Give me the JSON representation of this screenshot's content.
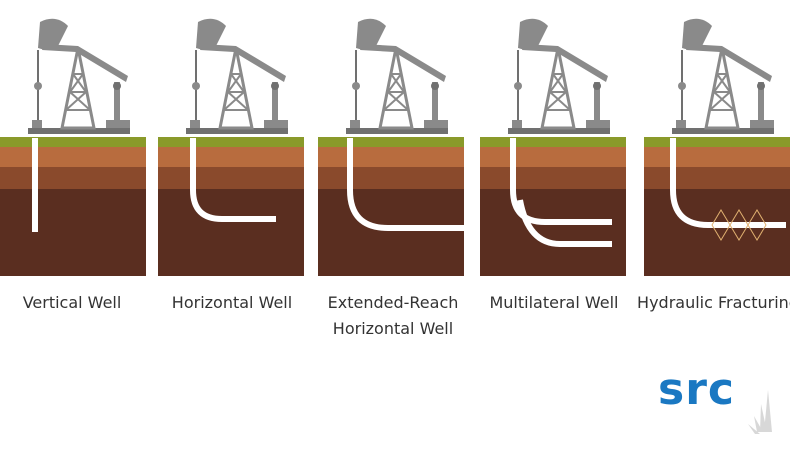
{
  "wells": [
    {
      "id": "vertical",
      "label": "Vertical Well"
    },
    {
      "id": "horizontal",
      "label": "Horizontal Well"
    },
    {
      "id": "extended",
      "label": "Extended-Reach Horizontal Well"
    },
    {
      "id": "multilateral",
      "label": "Multilateral Well"
    },
    {
      "id": "fracturing",
      "label": "Hydraulic Fracturing"
    }
  ],
  "logo": {
    "text": "src"
  },
  "colors": {
    "grass": "#8a9a2a",
    "soil_light": "#b86c3e",
    "soil_mid": "#8a4a2c",
    "soil_dark": "#5a2e20",
    "pump": "#8a8a8a",
    "pump_dark": "#707070",
    "wellbore": "#ffffff",
    "fracture": "#e0b070",
    "logo_blue": "#1a78c2",
    "label": "#333333"
  }
}
